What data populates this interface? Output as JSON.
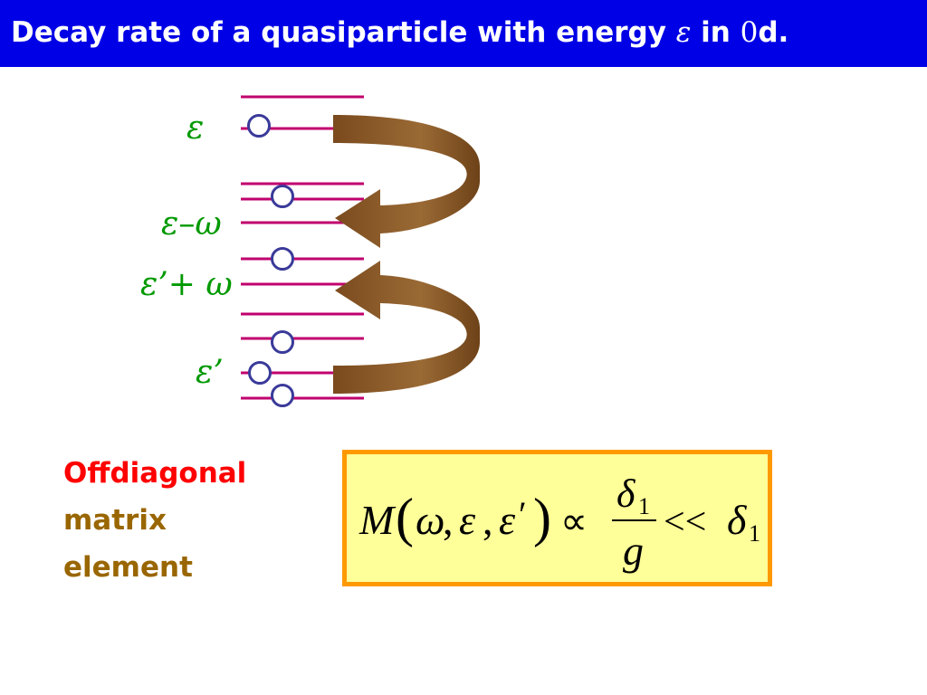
{
  "title": {
    "text_before": "Decay rate of a quasiparticle with energy ",
    "epsilon_symbol": "ε",
    "text_middle": " in ",
    "zero": "0",
    "text_after": "d."
  },
  "level_labels": {
    "epsilon": "ε",
    "epsilon_minus_omega": {
      "a": "ε",
      "op": "–",
      "b": "ω"
    },
    "epsilon_prime_plus_omega": {
      "a": "ε’",
      "op": "+ ",
      "b": "ω"
    },
    "epsilon_prime": "ε’"
  },
  "note": {
    "line1": "Offdiagonal",
    "line2": "matrix",
    "line3": "element"
  },
  "formula": {
    "M": "M",
    "open_paren": "(",
    "omega": "ω",
    "comma1": ",",
    "eps": "ε",
    "comma2": ",",
    "eps_prime": "ε",
    "prime": "′",
    "close_paren": ")",
    "propto": "∝",
    "delta_num": "δ",
    "sub_num": "1",
    "g": "g",
    "much_less": "<<",
    "delta_rhs": "δ",
    "sub_rhs": "1"
  },
  "colors": {
    "title_bar": "#0000e6",
    "title_text": "#ffffff",
    "level_line": "#c0006e",
    "circle_stroke": "#3a3a9a",
    "arrow": "#8b5a2b",
    "label_green": "#009900",
    "note_red": "#ff0000",
    "note_olive": "#996600",
    "box_fill": "#ffff99",
    "box_border": "#ff9900"
  }
}
